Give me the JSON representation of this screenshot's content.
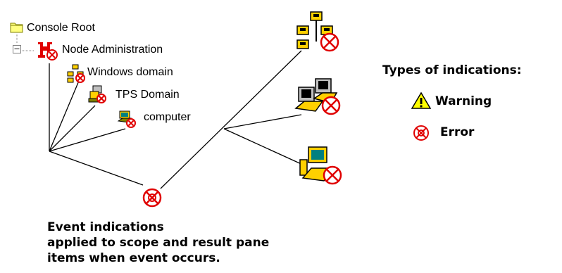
{
  "tree": {
    "root_label": "Console Root",
    "node_admin_label": "Node Administration",
    "expander_symbol": "−",
    "windows_domain_label": "Windows domain",
    "tps_domain_label": "TPS Domain",
    "computer_label": "computer"
  },
  "legend": {
    "title": "Types of indications:",
    "warning_label": "Warning",
    "error_label": "Error"
  },
  "caption": {
    "line1": "Event indications",
    "line2": "applied to scope and result pane",
    "line3": "items when event occurs."
  },
  "colors": {
    "error": "#e00000",
    "warning": "#ffff00",
    "folder": "#ffff80",
    "icon_dark": "#000000"
  },
  "icons": {
    "root": "folder-icon",
    "node_admin": "node-admin-error-icon",
    "windows_domain": "network-error-icon",
    "tps_domain": "domain-error-icon",
    "computer": "computer-error-icon",
    "right_network": "network-error-icon",
    "right_domain": "domain-error-icon",
    "right_computer": "computer-error-icon",
    "error": "error-icon",
    "warning": "warning-icon"
  }
}
